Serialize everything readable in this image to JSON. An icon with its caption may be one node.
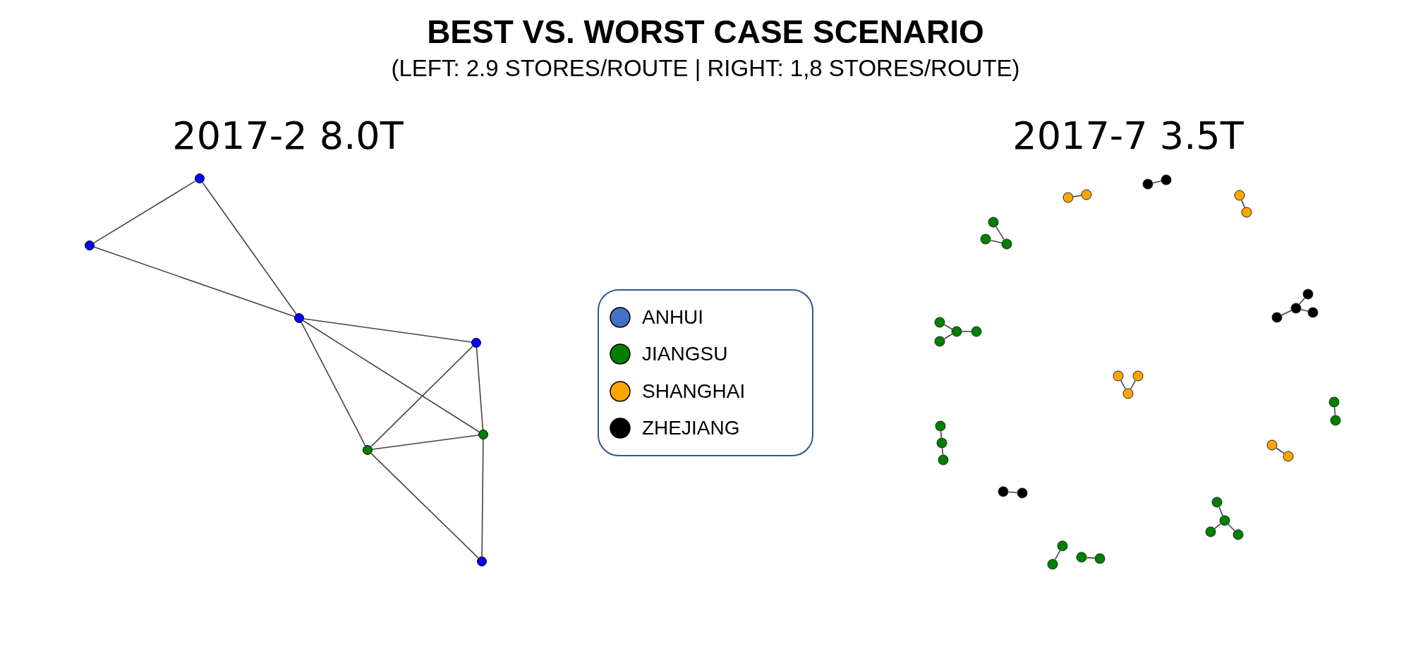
{
  "diagram": {
    "title": "BEST VS. WORST CASE SCENARIO",
    "nodes": [
      {
        "text": [],
        "shape": "circle"
      },
      {
        "text": [],
        "shape": "circle"
      },
      {
        "text": [],
        "shape": "circle"
      },
      {
        "text": [],
        "shape": "circle"
      },
      {
        "text": [],
        "shape": "circle"
      },
      {
        "text": [],
        "shape": "circle"
      },
      {
        "text": [],
        "shape": "circle"
      },
      {
        "text": [],
        "shape": "circle"
      },
      {
        "text": [],
        "shape": "circle"
      },
      {
        "text": [],
        "shape": "circle"
      },
      {
        "text": [],
        "shape": "circle"
      },
      {
        "text": [],
        "shape": "circle"
      },
      {
        "text": [],
        "shape": "circle"
      },
      {
        "text": [],
        "shape": "circle"
      },
      {
        "text": [],
        "shape": "circle"
      },
      {
        "text": [],
        "shape": "circle"
      },
      {
        "text": [],
        "shape": "circle"
      },
      {
        "text": [],
        "shape": "circle"
      },
      {
        "text": [],
        "shape": "circle"
      },
      {
        "text": [],
        "shape": "circle"
      },
      {
        "text": [],
        "shape": "circle"
      },
      {
        "text": [],
        "shape": "circle"
      },
      {
        "text": [],
        "shape": "circle"
      },
      {
        "text": [],
        "shape": "circle"
      },
      {
        "text": [],
        "shape": "circle"
      },
      {
        "text": [],
        "shape": "circle"
      },
      {
        "text": [],
        "shape": "circle"
      },
      {
        "text": [],
        "shape": "circle"
      },
      {
        "text": [],
        "shape": "circle"
      },
      {
        "text": [],
        "shape": "circle"
      },
      {
        "text": [],
        "shape": "circle"
      },
      {
        "text": [],
        "shape": "circle"
      },
      {
        "text": [],
        "shape": "circle"
      },
      {
        "text": [],
        "shape": "circle"
      },
      {
        "text": [],
        "shape": "circle"
      },
      {
        "text": [],
        "shape": "circle"
      },
      {
        "text": [],
        "shape": "circle"
      },
      {
        "text": [],
        "shape": "circle"
      },
      {
        "text": [],
        "shape": "circle"
      },
      {
        "text": [],
        "shape": "circle"
      },
      {
        "text": [],
        "shape": "circle"
      },
      {
        "text": [],
        "shape": "circle"
      },
      {
        "text": [],
        "shape": "circle"
      },
      {
        "text": [],
        "shape": "circle"
      }
    ],
    "edges": [
      {
        "from": 0,
        "to": 1,
        "arrow": "none"
      },
      {
        "from": 0,
        "to": 2,
        "arrow": "none"
      },
      {
        "from": 1,
        "to": 2,
        "arrow": "none"
      },
      {
        "from": 2,
        "to": 3,
        "arrow": "none"
      },
      {
        "from": 2,
        "to": 4,
        "arrow": "none"
      },
      {
        "from": 2,
        "to": 5,
        "arrow": "none"
      },
      {
        "from": 3,
        "to": 5,
        "arrow": "none"
      },
      {
        "from": 3,
        "to": 4,
        "arrow": "none"
      },
      {
        "from": 4,
        "to": 5,
        "arrow": "none"
      },
      {
        "from": 5,
        "to": 6,
        "arrow": "none"
      },
      {
        "from": 4,
        "to": 6,
        "arrow": "none"
      },
      {
        "from": 7,
        "to": 8,
        "arrow": "none"
      },
      {
        "from": 9,
        "to": 10,
        "arrow": "none"
      },
      {
        "from": 11,
        "to": 12,
        "arrow": "none"
      },
      {
        "from": 13,
        "to": 15,
        "arrow": "none"
      },
      {
        "from": 14,
        "to": 15,
        "arrow": "none"
      },
      {
        "from": 16,
        "to": 17,
        "arrow": "none"
      },
      {
        "from": 17,
        "to": 18,
        "arrow": "none"
      },
      {
        "from": 17,
        "to": 19,
        "arrow": "none"
      },
      {
        "from": 20,
        "to": 21,
        "arrow": "none"
      },
      {
        "from": 21,
        "to": 22,
        "arrow": "none"
      },
      {
        "from": 21,
        "to": 23,
        "arrow": "none"
      },
      {
        "from": 24,
        "to": 26,
        "arrow": "none"
      },
      {
        "from": 25,
        "to": 26,
        "arrow": "none"
      },
      {
        "from": 27,
        "to": 28,
        "arrow": "none"
      },
      {
        "from": 29,
        "to": 30,
        "arrow": "none"
      },
      {
        "from": 30,
        "to": 31,
        "arrow": "none"
      },
      {
        "from": 32,
        "to": 33,
        "arrow": "none"
      },
      {
        "from": 34,
        "to": 35,
        "arrow": "none"
      },
      {
        "from": 36,
        "to": 37,
        "arrow": "none"
      },
      {
        "from": 37,
        "to": 38,
        "arrow": "none"
      },
      {
        "from": 37,
        "to": 39,
        "arrow": "none"
      },
      {
        "from": 40,
        "to": 41,
        "arrow": "none"
      },
      {
        "from": 42,
        "to": 43,
        "arrow": "none"
      }
    ],
    "labels": [
      "(LEFT: 2.9 STORES/ROUTE | RIGHT: 1,8 STORES/ROUTE)",
      "2017-2 8.0T",
      "2017-7 3.5T"
    ],
    "legend": [
      {
        "text": "ANHUI",
        "color": "#4472c4"
      },
      {
        "text": "JIANGSU",
        "color": "#008000"
      },
      {
        "text": "SHANGHAI",
        "color": "#ffa500"
      },
      {
        "text": "ZHEJIANG",
        "color": "#000000"
      }
    ]
  }
}
